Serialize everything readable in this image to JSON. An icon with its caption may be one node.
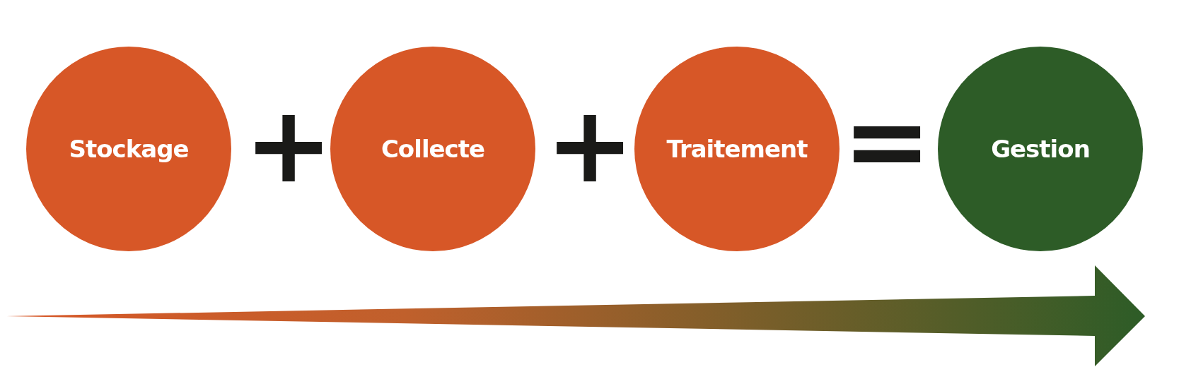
{
  "diagram": {
    "nodes": [
      {
        "text": [
          "Stockage"
        ]
      },
      {
        "text": [
          "Collecte"
        ]
      },
      {
        "text": [
          "Traitement"
        ]
      },
      {
        "text": [
          "Gestion"
        ]
      }
    ],
    "labels": [
      "+",
      "+",
      "="
    ]
  }
}
